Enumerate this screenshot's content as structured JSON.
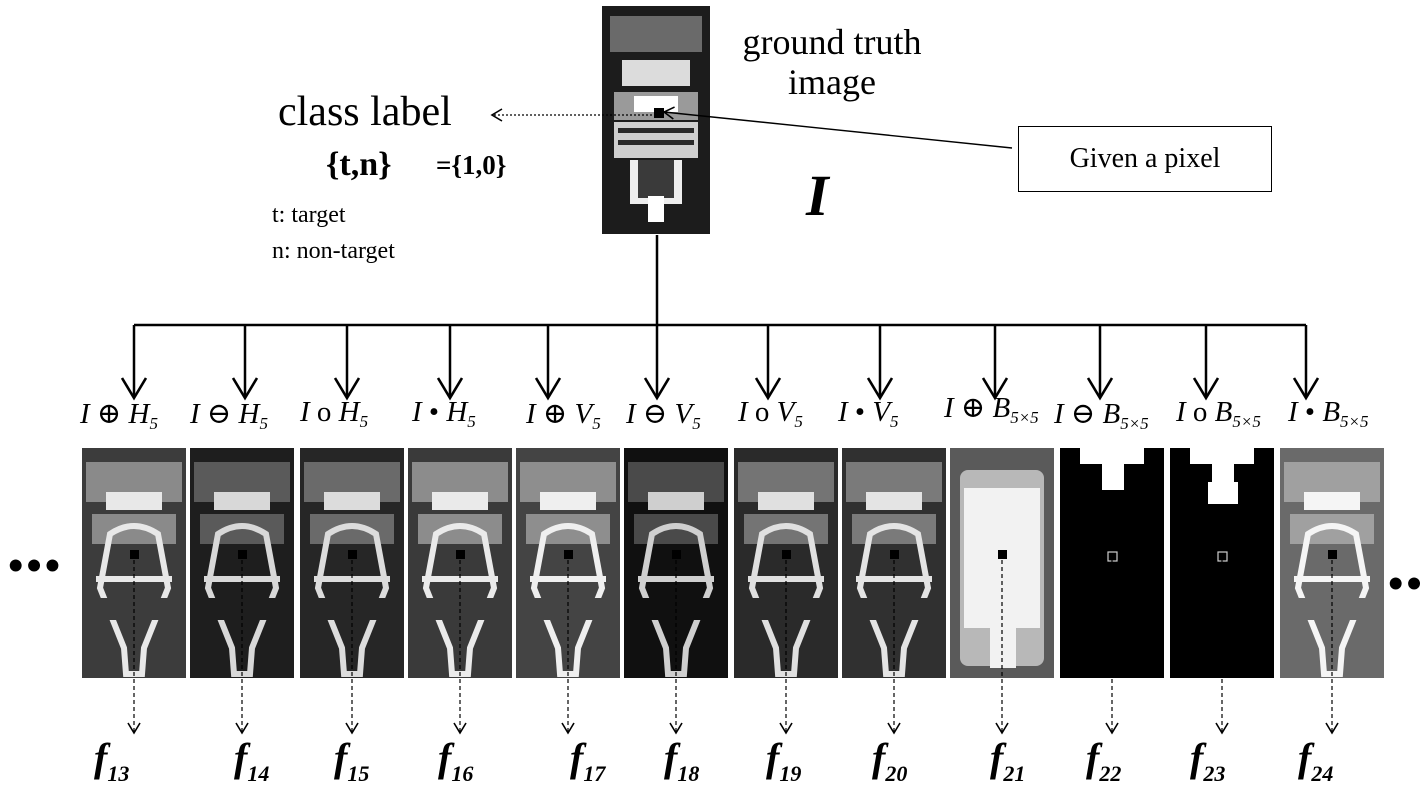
{
  "ground_truth": {
    "line1": "ground truth",
    "line2": "image"
  },
  "class_label": "class label",
  "label_set": "{t,n}",
  "label_values": "={1,0}",
  "legend": {
    "t": "t:  target",
    "n": "n: non-target"
  },
  "image_symbol": "I",
  "given_pixel": "Given a pixel",
  "ellipsis_left": "•••",
  "ellipsis_right": "••",
  "operations": [
    {
      "prefix": "I ",
      "sym": "⊕",
      "base": "H",
      "sub": "5"
    },
    {
      "prefix": "I ",
      "sym": "⊖",
      "base": "H",
      "sub": "5"
    },
    {
      "prefix": "I ",
      "sym": "o",
      "base": "H",
      "sub": "5"
    },
    {
      "prefix": "I ",
      "sym": "•",
      "base": "H",
      "sub": "5"
    },
    {
      "prefix": "I ",
      "sym": "⊕",
      "base": "V",
      "sub": "5"
    },
    {
      "prefix": "I ",
      "sym": "⊖",
      "base": "V",
      "sub": "5"
    },
    {
      "prefix": "I ",
      "sym": "o",
      "base": "V",
      "sub": "5"
    },
    {
      "prefix": "I ",
      "sym": "•",
      "base": "V",
      "sub": "5"
    },
    {
      "prefix": "I ",
      "sym": "⊕",
      "base": "B",
      "sub": "5×5"
    },
    {
      "prefix": "I ",
      "sym": "⊖",
      "base": "B",
      "sub": "5×5"
    },
    {
      "prefix": "I ",
      "sym": "o",
      "base": "B",
      "sub": "5×5"
    },
    {
      "prefix": "I ",
      "sym": "•",
      "base": "B",
      "sub": "5×5"
    }
  ],
  "features": [
    {
      "base": "f",
      "sub": "13"
    },
    {
      "base": "f",
      "sub": "14"
    },
    {
      "base": "f",
      "sub": "15"
    },
    {
      "base": "f",
      "sub": "16"
    },
    {
      "base": "f",
      "sub": "17"
    },
    {
      "base": "f",
      "sub": "18"
    },
    {
      "base": "f",
      "sub": "19"
    },
    {
      "base": "f",
      "sub": "20"
    },
    {
      "base": "f",
      "sub": "21"
    },
    {
      "base": "f",
      "sub": "22"
    },
    {
      "base": "f",
      "sub": "23"
    },
    {
      "base": "f",
      "sub": "24"
    }
  ]
}
